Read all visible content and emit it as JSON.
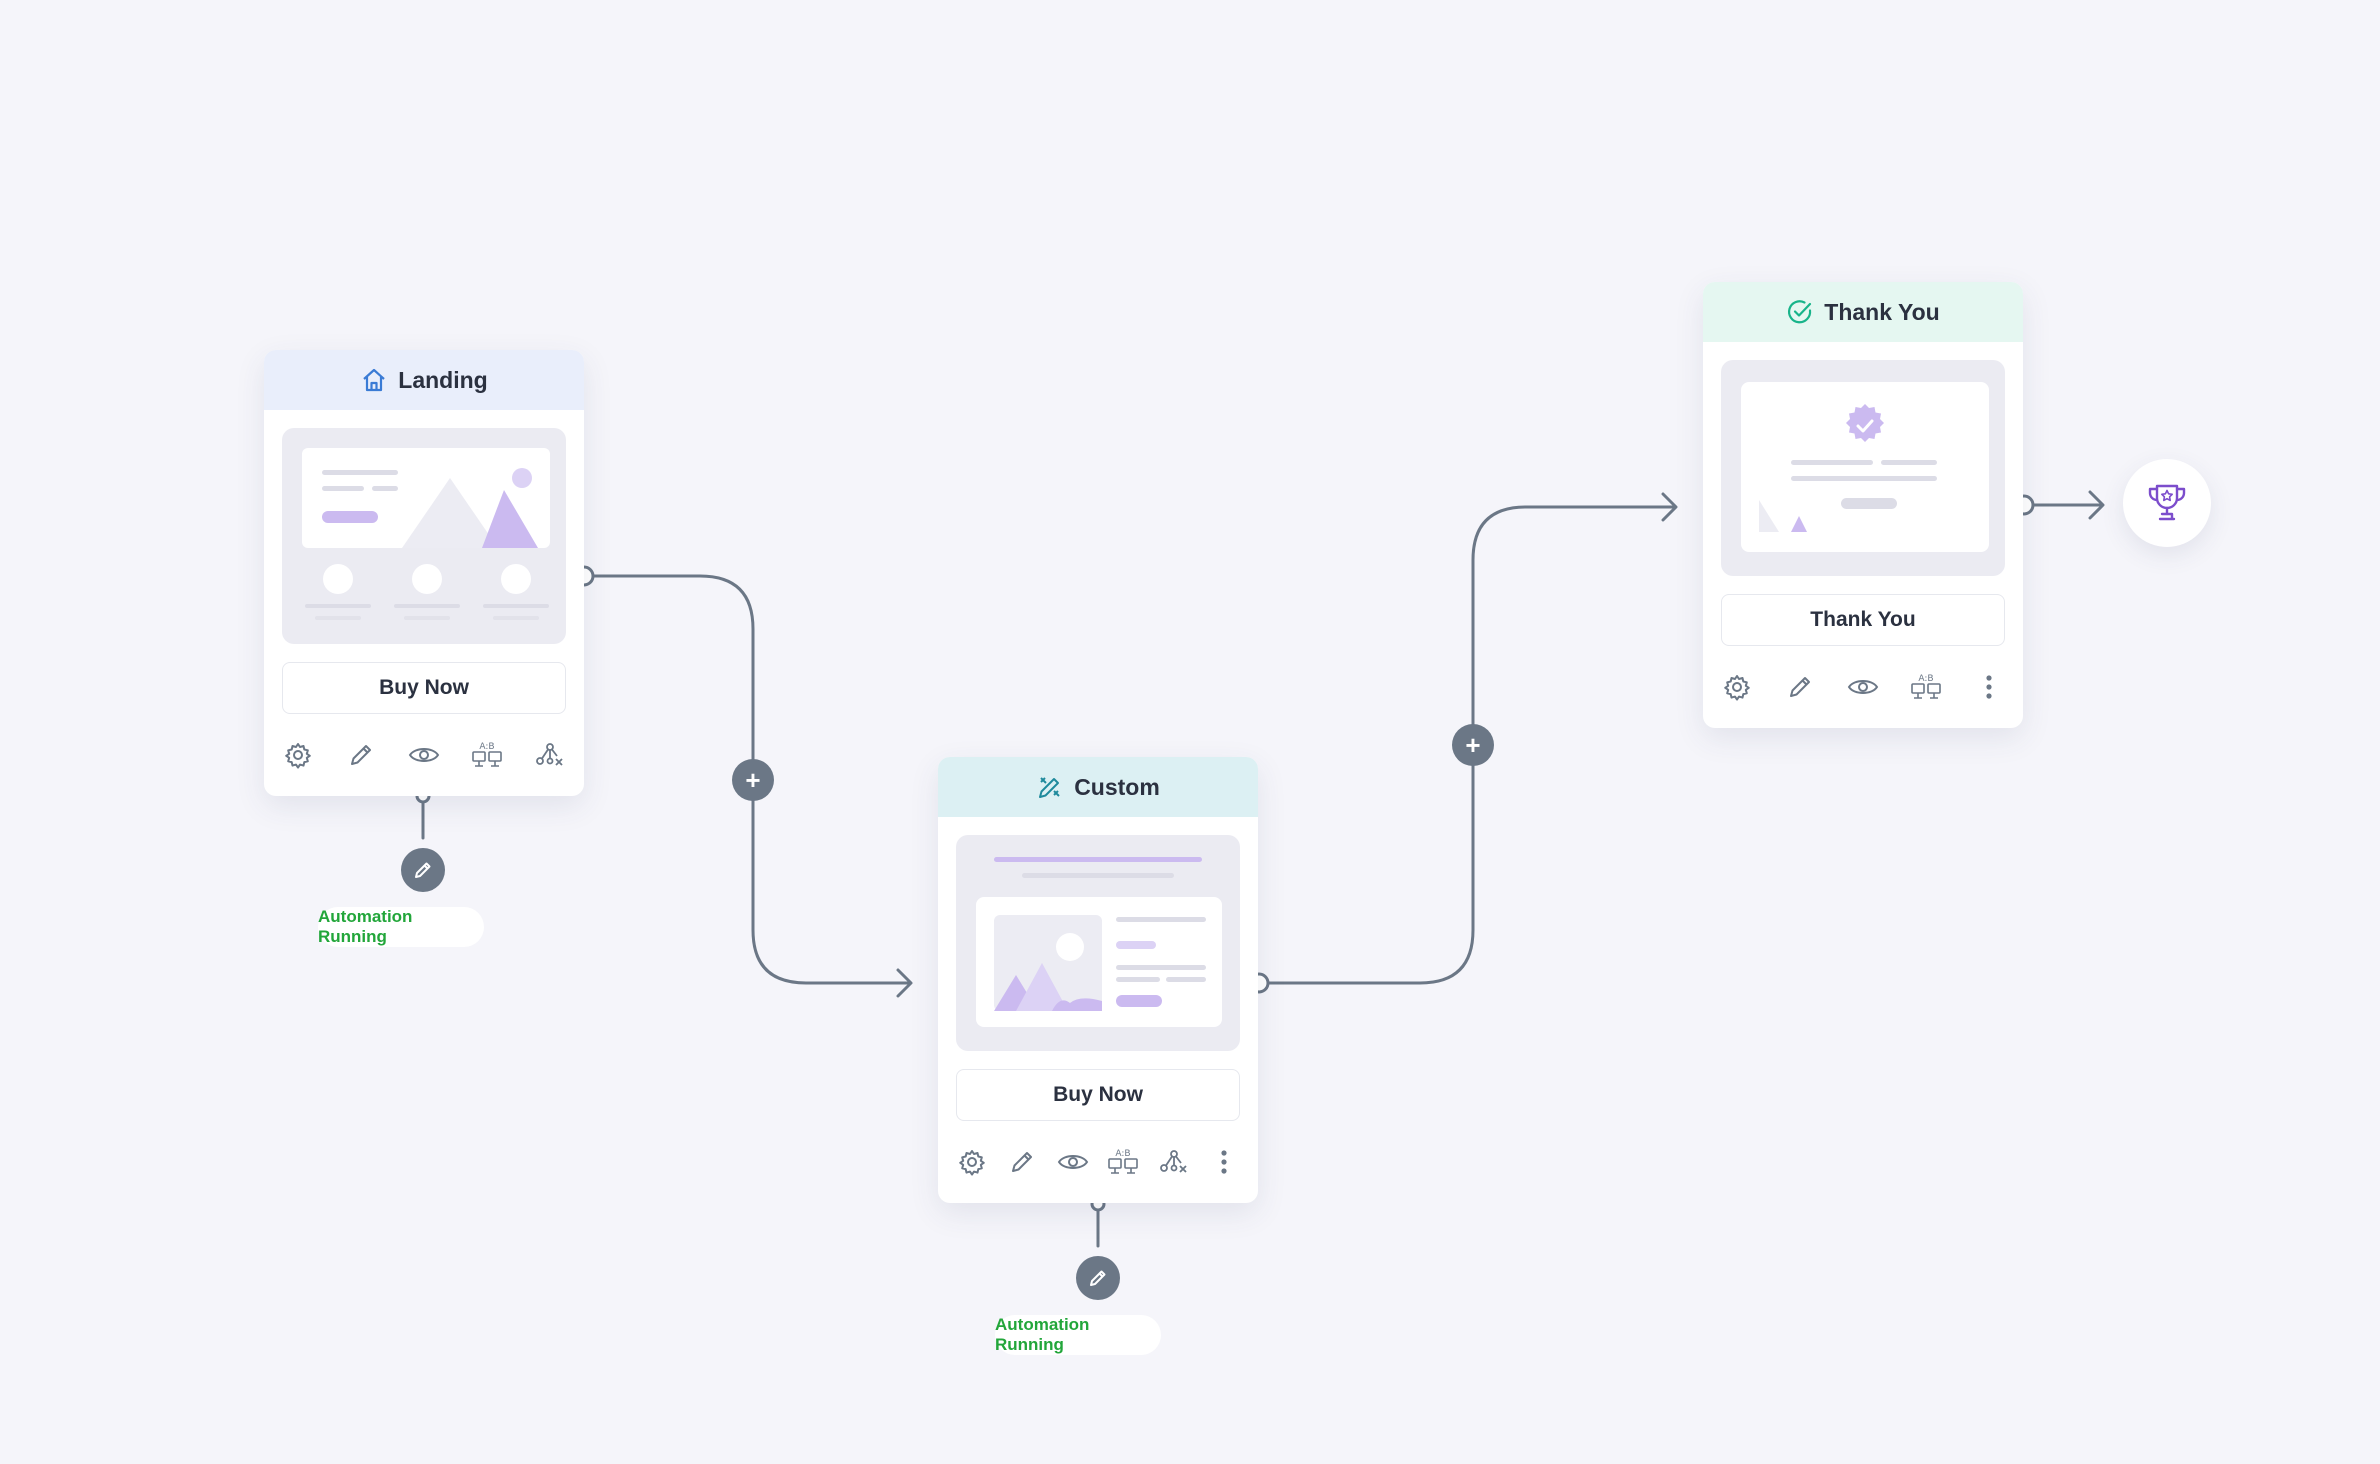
{
  "colors": {
    "canvas_bg": "#f5f5fa",
    "wire": "#6b7786",
    "landing_header": "#e9eefb",
    "custom_header": "#dcf0f3",
    "thankyou_header": "#e5f7f1",
    "status_text": "#22a63a",
    "accent_purple": "#7c4dcc",
    "thumb_purple": "#cbbaf0"
  },
  "nodes": {
    "landing": {
      "title": "Landing",
      "icon": "home-icon",
      "cta": "Buy Now",
      "tools": [
        "settings-icon",
        "edit-pencil-icon",
        "preview-eye-icon",
        "ab-split-test-icon",
        "flow-split-icon"
      ],
      "status": "Automation Running"
    },
    "custom": {
      "title": "Custom",
      "icon": "design-tools-icon",
      "cta": "Buy Now",
      "tools": [
        "settings-icon",
        "edit-pencil-icon",
        "preview-eye-icon",
        "ab-split-test-icon",
        "flow-split-icon",
        "more-vertical-icon"
      ],
      "status": "Automation Running"
    },
    "thankyou": {
      "title": "Thank You",
      "icon": "check-circle-icon",
      "cta": "Thank You",
      "tools": [
        "settings-icon",
        "edit-pencil-icon",
        "preview-eye-icon",
        "ab-split-test-icon",
        "more-vertical-icon"
      ]
    }
  },
  "connectors": {
    "add_step_label": "+",
    "goal_icon": "trophy-icon"
  }
}
